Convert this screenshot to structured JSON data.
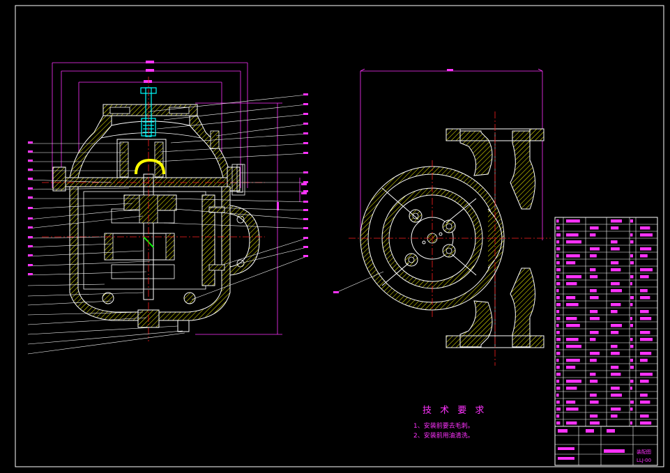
{
  "tech_requirements": {
    "title": "技 术 要 求",
    "items": [
      "1、安装前要去毛刺。",
      "2、安装前用油清洗。"
    ]
  },
  "title_block": {
    "drawing_name": "装配图",
    "drawing_number": "LLJ-00"
  },
  "parts_list": {
    "rows": 30
  },
  "colors": {
    "background": "#000000",
    "outline": "#ffffff",
    "section_hatch": "#ffff00",
    "dimension": "#ff33ff",
    "centerline": "#ff2020",
    "shaft": "#00ffff",
    "seal": "#00ff00"
  }
}
